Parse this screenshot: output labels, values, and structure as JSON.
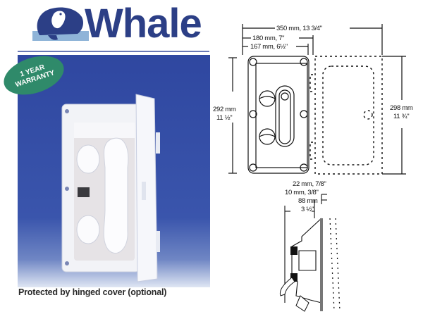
{
  "brand": {
    "name": "Whale",
    "color": "#2c3f86",
    "icon": "whale-logo-icon"
  },
  "badge": {
    "line1": "1 YEAR",
    "line2": "WARRANTY",
    "color": "#2f8a6a"
  },
  "photo": {
    "background_color": "#3a55ac",
    "subject": "white recessed shower box with hinged cover open, shower handset and two valve knobs"
  },
  "caption": "Protected by hinged cover (optional)",
  "diagram": {
    "front_view": {
      "overall_width": "350 mm, 13 3/4\"",
      "plate_width": "180 mm, 7\"",
      "cutout_width": "167 mm, 6½\"",
      "plate_height_mm": "292 mm",
      "plate_height_in": "11 ½\"",
      "cover_height_mm": "298 mm",
      "cover_height_in": "11 ¾\""
    },
    "side_view": {
      "depth_total": "22 mm, 7/8\"",
      "flange_depth": "10 mm, 3/8\"",
      "body_depth_mm": "88 mm",
      "body_depth_in": "3 ½\""
    }
  }
}
